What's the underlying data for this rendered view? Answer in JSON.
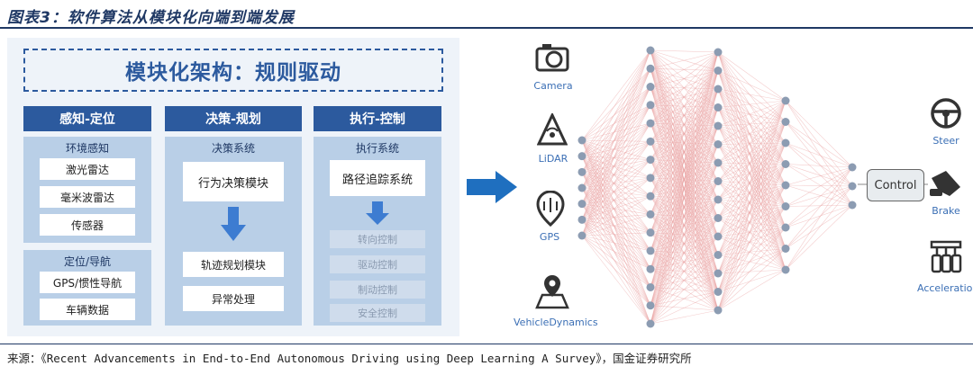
{
  "header": {
    "title": "图表3：软件算法从模块化向端到端发展"
  },
  "left": {
    "banner": "模块化架构：规则驱动",
    "columns": [
      {
        "head": "感知-定位"
      },
      {
        "head": "决策-规划"
      },
      {
        "head": "执行-控制"
      }
    ],
    "perception": {
      "title": "环境感知",
      "items": [
        "激光雷达",
        "毫米波雷达",
        "传感器"
      ]
    },
    "localization": {
      "title": "定位/导航",
      "items": [
        "GPS/惯性导航",
        "车辆数据"
      ]
    },
    "decision": {
      "title": "决策系统",
      "items": [
        "行为决策模块",
        "轨迹规划模块",
        "异常处理"
      ]
    },
    "execution": {
      "title": "执行系统",
      "items": [
        "路径追踪系统",
        "转向控制",
        "驱动控制",
        "制动控制",
        "安全控制"
      ]
    }
  },
  "right": {
    "sensors": [
      "Camera",
      "LiDAR",
      "GPS",
      "VehicleDynamics"
    ],
    "control": "Control",
    "outputs": [
      "Steer",
      "Brake",
      "Acceleration"
    ],
    "layer_sizes": [
      7,
      16,
      15,
      9,
      3
    ],
    "colors": {
      "node": "#8c9cb2",
      "edge": "#e9a3a3",
      "accent": "#2c5a9e",
      "arrow": "#1f6fbf"
    }
  },
  "footer": {
    "source": "来源：《Recent Advancements in End-to-End Autonomous Driving using Deep Learning A Survey》，国金证券研究所"
  }
}
